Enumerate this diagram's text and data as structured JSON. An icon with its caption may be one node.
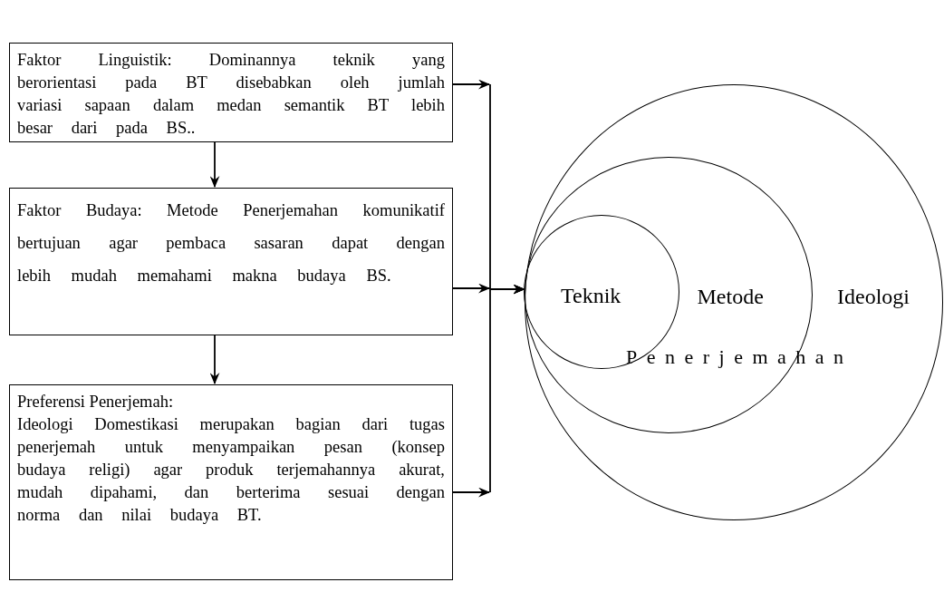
{
  "diagram": {
    "nodes": [
      {
        "text": [
          "Faktor Linguistik: Dominannya teknik yang berorientasi pada BT disebabkan oleh jumlah variasi sapaan dalam medan semantik BT lebih besar dari pada BS.."
        ]
      },
      {
        "text": [
          "Faktor Budaya: Metode Penerjemahan komunikatif bertujuan agar pembaca sasaran dapat dengan lebih mudah memahami makna budaya  BS."
        ]
      },
      {
        "text": [
          "Preferensi Penerjemah:",
          "Ideologi Domestikasi merupakan bagian dari tugas penerjemah untuk menyampaikan pesan (konsep budaya religi) agar produk terjemahannya akurat, mudah dipahami, dan berterima sesuai dengan norma dan nilai budaya BT."
        ]
      },
      {
        "text": [
          "Ideologi"
        ]
      },
      {
        "text": [
          "Metode"
        ],
        "in": 3
      },
      {
        "text": [
          "Teknik"
        ],
        "in": 4
      }
    ],
    "edges": [
      {
        "from": 0,
        "to": 1,
        "arrow": "to"
      },
      {
        "from": 1,
        "to": 2,
        "arrow": "to"
      },
      {
        "from": 0,
        "to": 3,
        "arrow": "to"
      },
      {
        "from": 1,
        "to": 3,
        "arrow": "to"
      },
      {
        "from": 2,
        "to": 3,
        "arrow": "to"
      }
    ],
    "labels": [
      "Penerjemahan"
    ]
  }
}
